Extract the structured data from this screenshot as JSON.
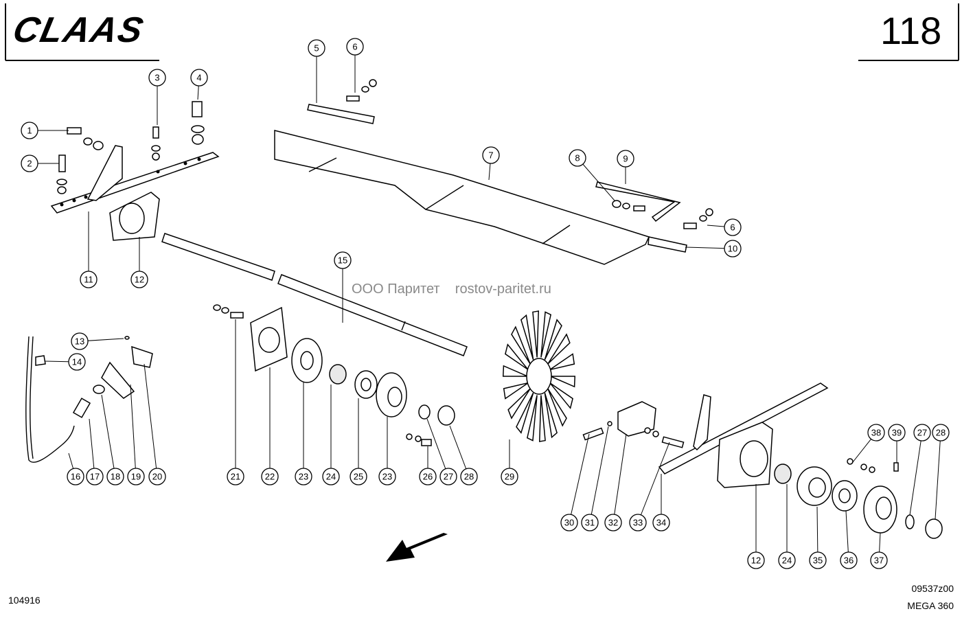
{
  "header": {
    "brand": "CLAAS",
    "page_number": "118"
  },
  "watermark": {
    "text": "ООО Паритет    rostov-paritet.ru"
  },
  "footer": {
    "left_code": "104916",
    "right_code": "09537z00",
    "model": "MEGA 360"
  },
  "callouts": [
    "1",
    "2",
    "3",
    "4",
    "5",
    "6",
    "6",
    "7",
    "8",
    "9",
    "10",
    "11",
    "12",
    "12",
    "13",
    "14",
    "15",
    "16",
    "17",
    "18",
    "19",
    "20",
    "21",
    "22",
    "23",
    "23",
    "24",
    "24",
    "25",
    "26",
    "27",
    "27",
    "28",
    "28",
    "29",
    "30",
    "31",
    "32",
    "33",
    "34",
    "35",
    "36",
    "37",
    "38",
    "39"
  ],
  "icons": {
    "direction_arrow": "arrow-down-left-icon"
  }
}
